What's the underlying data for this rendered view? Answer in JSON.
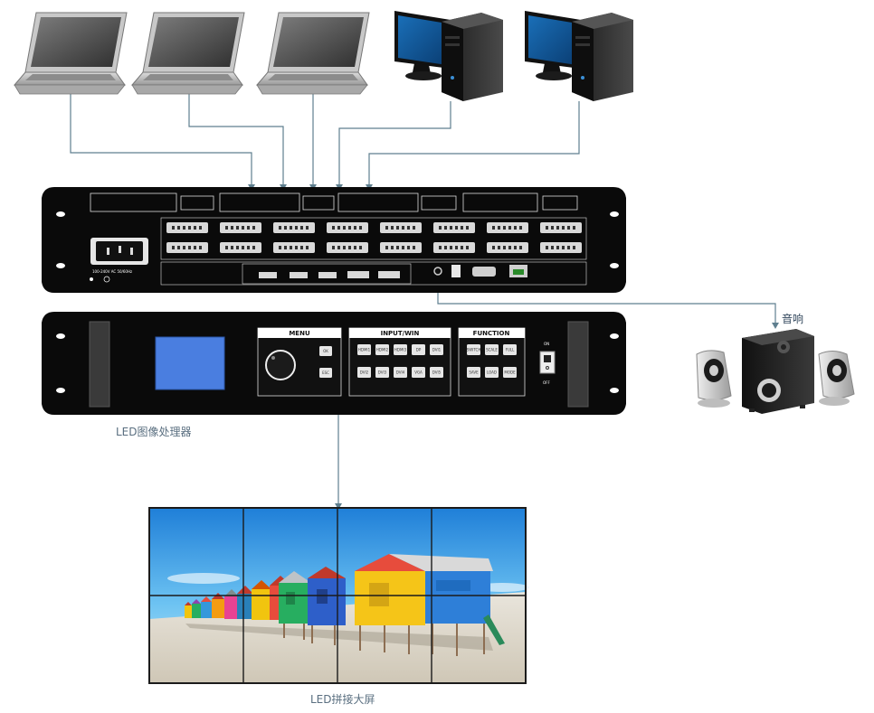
{
  "labels": {
    "speaker": "音响",
    "processor": "LED图像处理器",
    "video_wall": "LED拼接大屏"
  },
  "front_panel": {
    "menu_title": "MENU",
    "input_title": "INPUT/WIN",
    "function_title": "FUNCTION",
    "on_label": "ON",
    "off_label": "OFF",
    "menu_buttons": [
      "OK",
      "ESC"
    ],
    "input_buttons": [
      "HDMI1",
      "HDMI2",
      "HDMI3",
      "DP",
      "DVI1",
      "DVI2",
      "DVI3",
      "DVI4",
      "VGA",
      "DVI5"
    ],
    "function_buttons": [
      "SWITCH",
      "SCALE",
      "FULL",
      "SAVE",
      "LOAD",
      "MODE"
    ]
  },
  "rear_panel": {
    "power_spec": "100-240V AC 50/60Hz"
  },
  "colors": {
    "connector_line": "#5f7f8f",
    "device_body": "#0a0a0a",
    "lcd_screen": "#4a7ee0",
    "accent_white": "#ffffff"
  }
}
